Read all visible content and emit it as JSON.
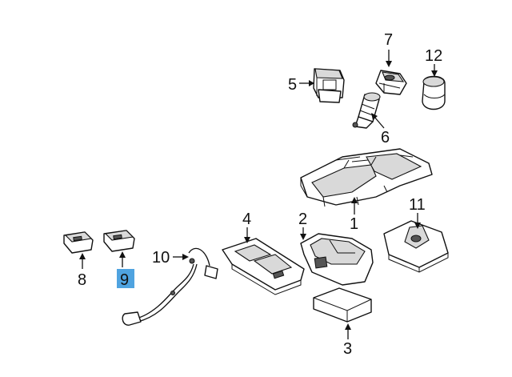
{
  "diagram": {
    "highlight_color": "#4fa3e0",
    "callouts": {
      "c1": "1",
      "c2": "2",
      "c3": "3",
      "c4": "4",
      "c5": "5",
      "c6": "6",
      "c7": "7",
      "c8": "8",
      "c9": "9",
      "c10": "10",
      "c11": "11",
      "c12": "12"
    },
    "highlighted_callout": "9"
  }
}
